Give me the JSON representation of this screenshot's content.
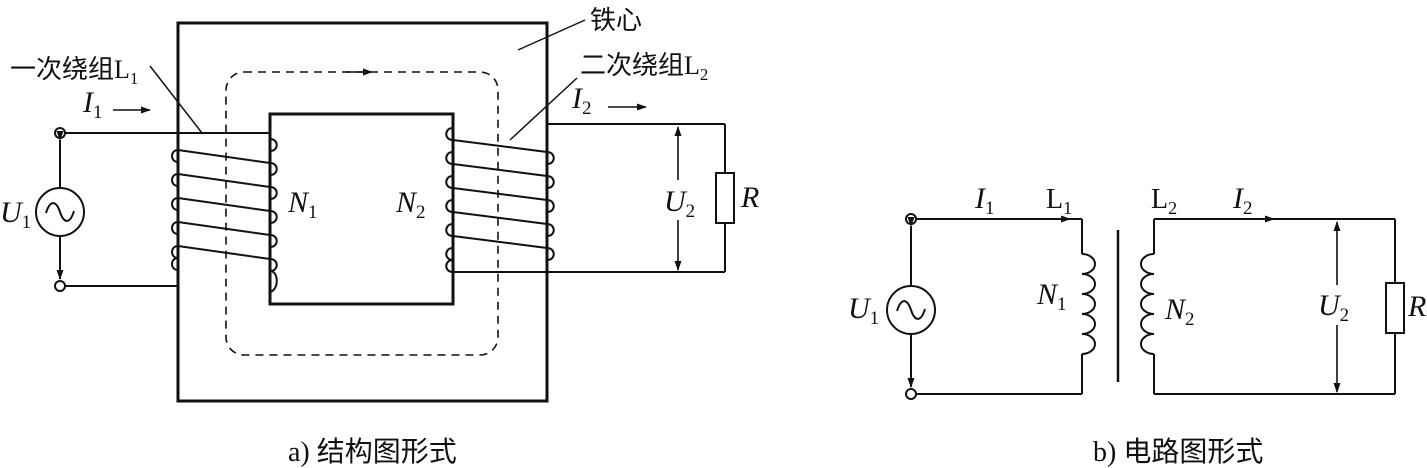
{
  "structure": {
    "core_label": "铁心",
    "primary_label": "一次绕组L",
    "primary_sub": "1",
    "secondary_label": "二次绕组L",
    "secondary_sub": "2",
    "i1": "I",
    "i1_sub": "1",
    "i2": "I",
    "i2_sub": "2",
    "u1": "U",
    "u1_sub": "1",
    "u2": "U",
    "u2_sub": "2",
    "n1": "N",
    "n1_sub": "1",
    "n2": "N",
    "n2_sub": "2",
    "r": "R",
    "caption": "a) 结构图形式"
  },
  "circuit": {
    "i1": "I",
    "i1_sub": "1",
    "l1": "L",
    "l1_sub": "1",
    "l2": "L",
    "l2_sub": "2",
    "i2": "I",
    "i2_sub": "2",
    "u1": "U",
    "u1_sub": "1",
    "u2": "U",
    "u2_sub": "2",
    "n1": "N",
    "n1_sub": "1",
    "n2": "N",
    "n2_sub": "2",
    "r": "R",
    "caption": "b) 电路图形式"
  }
}
